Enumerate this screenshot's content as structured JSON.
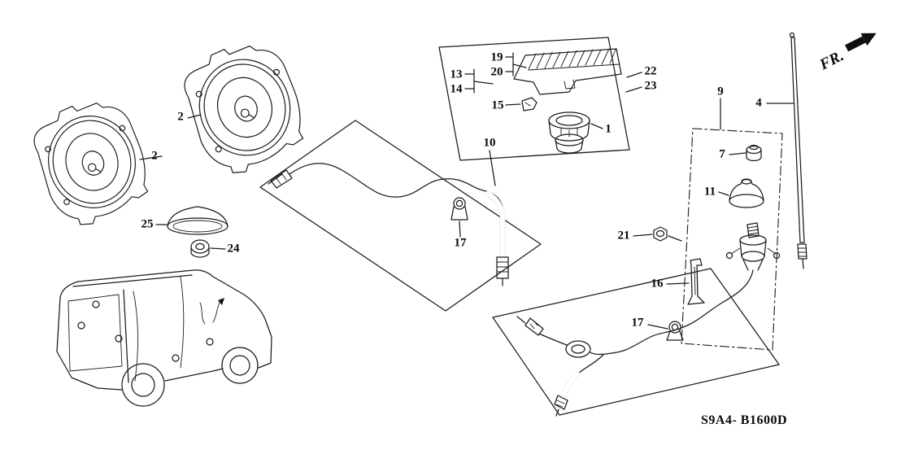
{
  "diagram": {
    "code": "S9A4- B1600D",
    "direction_label": "FR."
  },
  "labels": {
    "l1": "1",
    "l2a": "2",
    "l2b": "2",
    "l4": "4",
    "l7": "7",
    "l9": "9",
    "l10": "10",
    "l11": "11",
    "l13": "13",
    "l14": "14",
    "l15": "15",
    "l16": "16",
    "l17a": "17",
    "l17b": "17",
    "l19": "19",
    "l20": "20",
    "l21": "21",
    "l22": "22",
    "l23": "23",
    "l24": "24",
    "l25": "25"
  }
}
